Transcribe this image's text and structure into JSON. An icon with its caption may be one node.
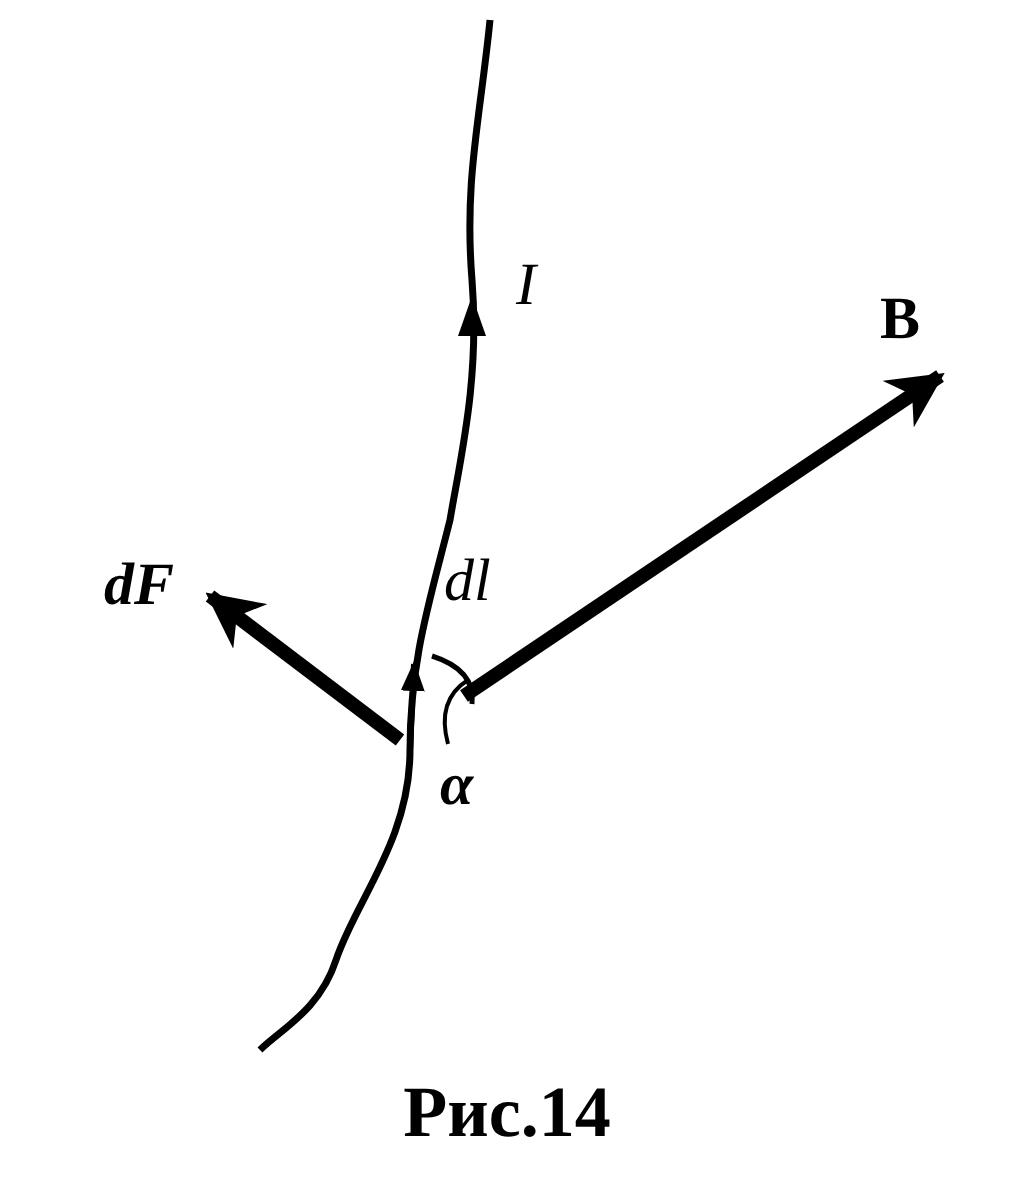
{
  "diagram": {
    "caption": "Рис.14",
    "labels": [
      "I",
      "B",
      "dF",
      "dl",
      "α"
    ]
  }
}
